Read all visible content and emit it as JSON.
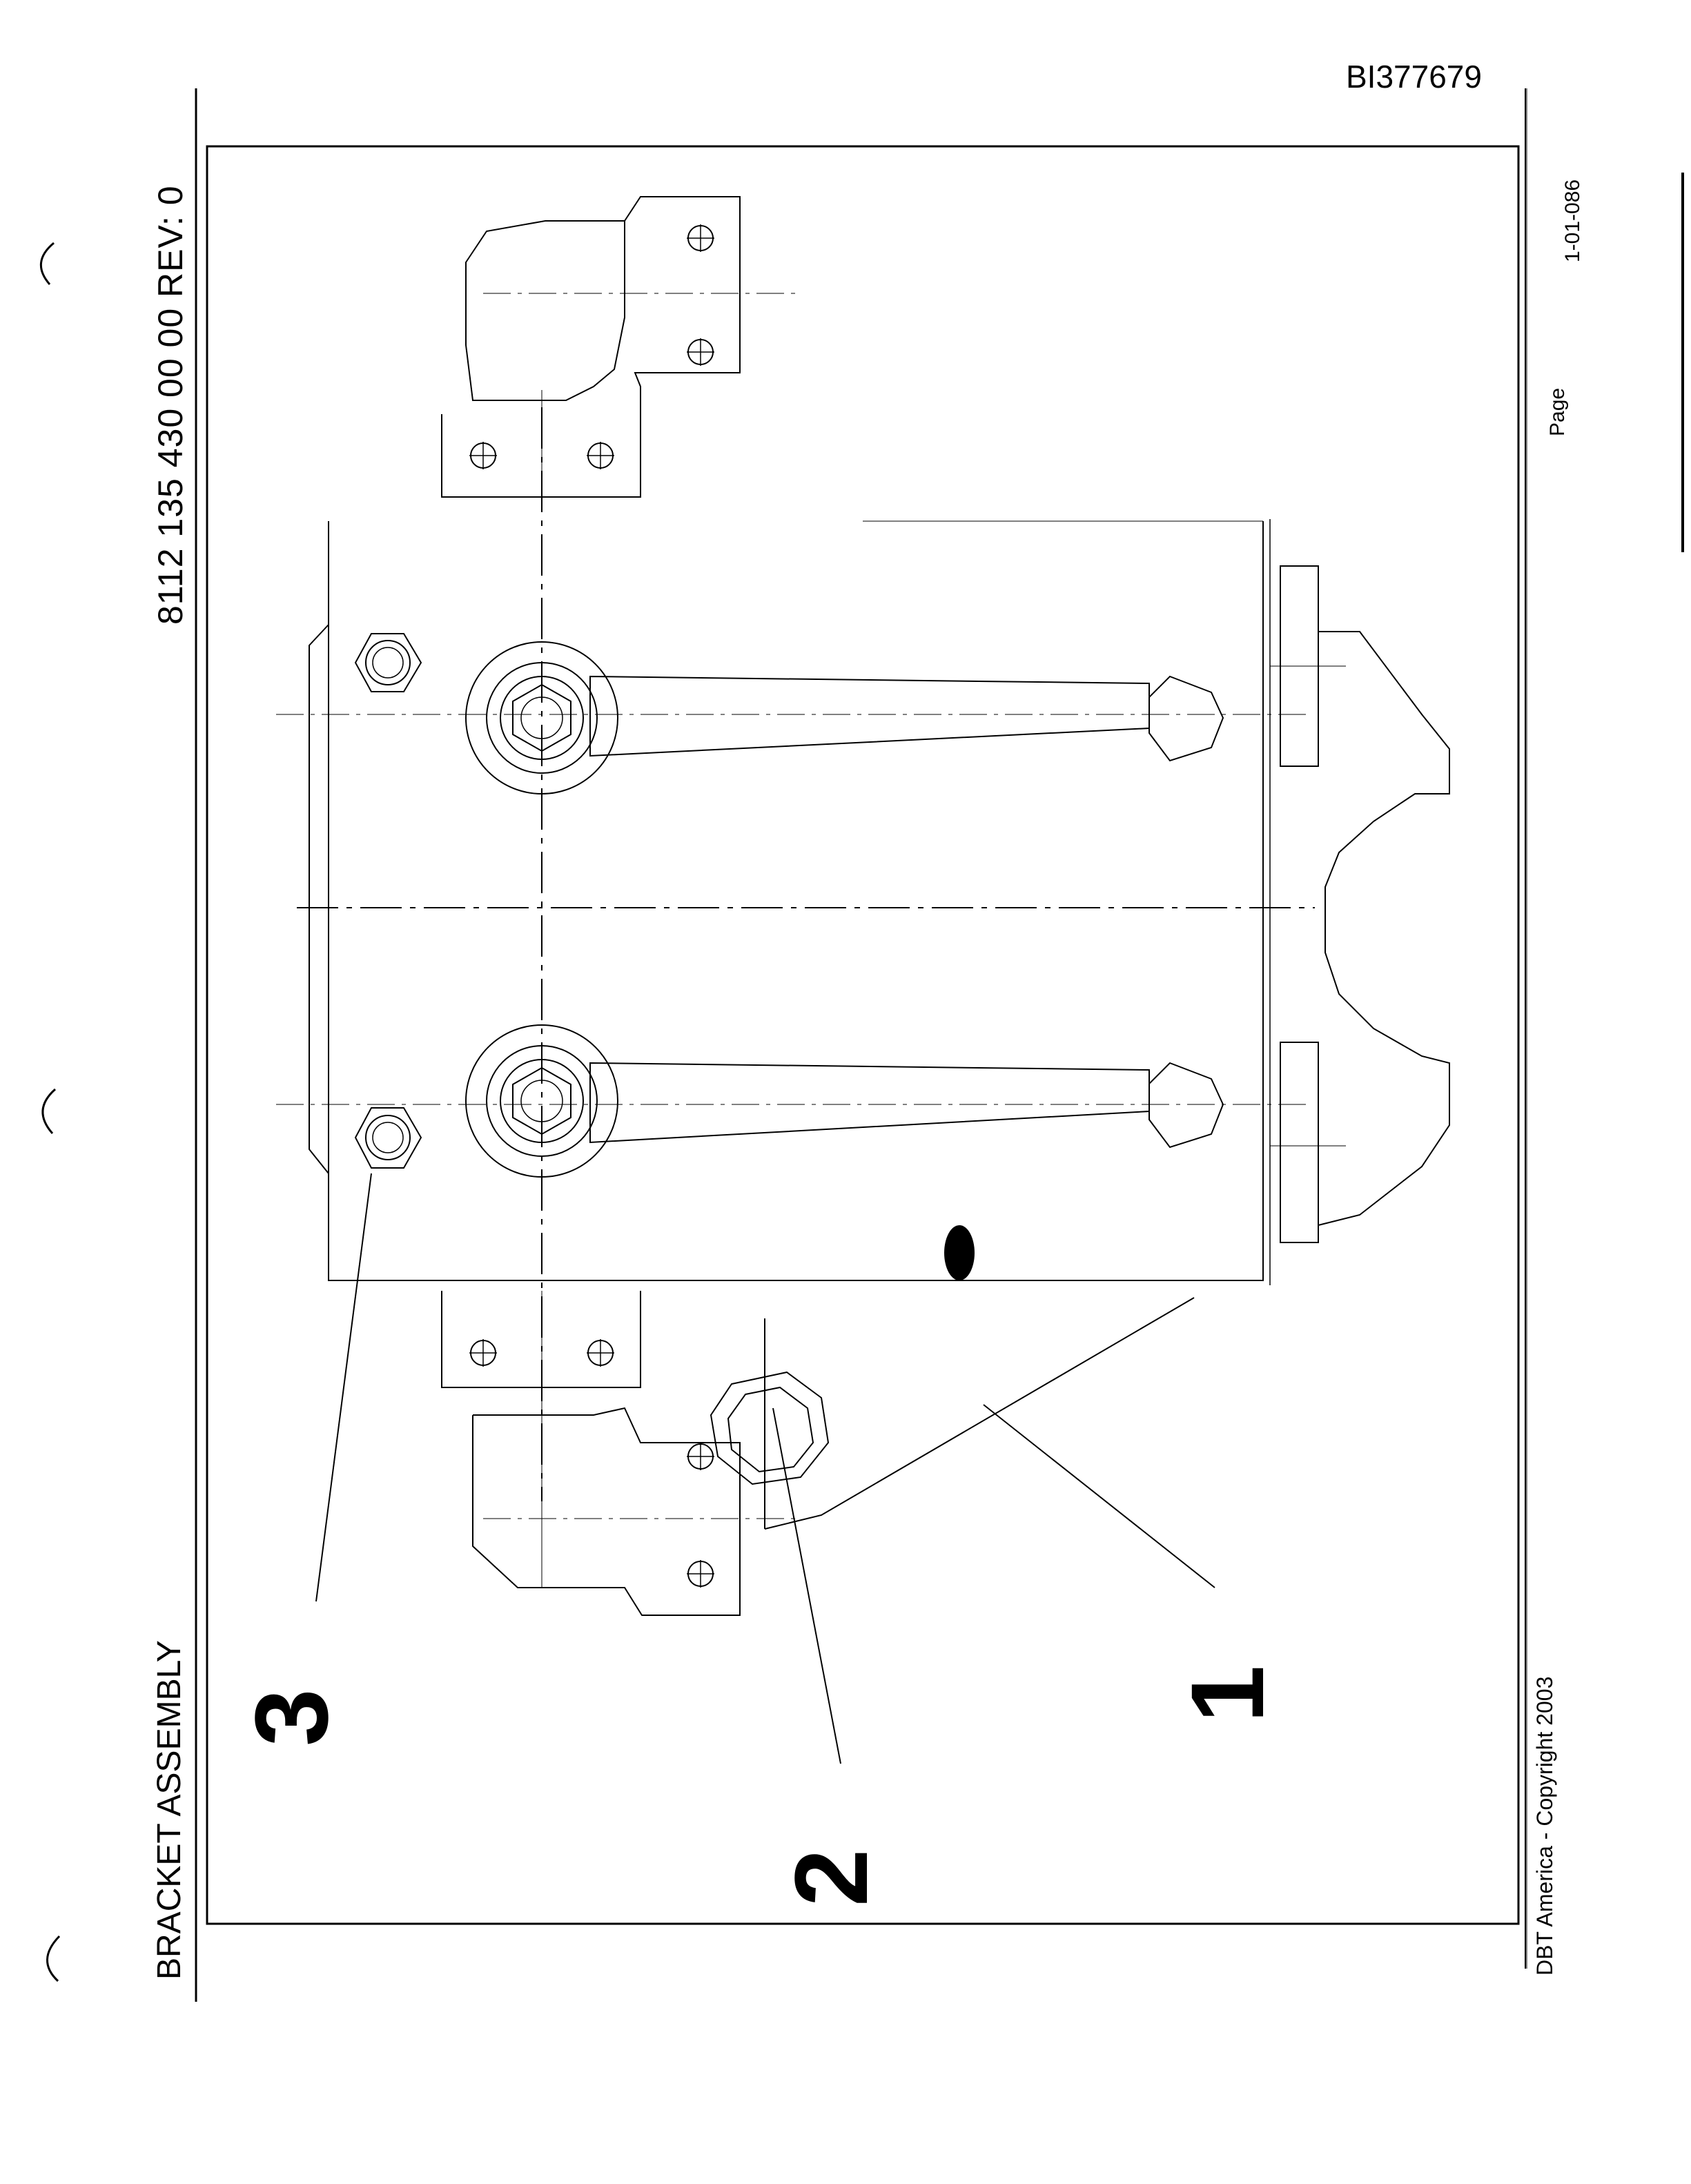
{
  "document": {
    "doc_id": "BI377679",
    "part_number_line": "8112 135 430 00 00  REV:  0",
    "title": "BRACKET ASSEMBLY",
    "copyright": "DBT America - Copyright 2003",
    "page_label": "Page",
    "page_number": "1-01-086"
  },
  "callouts": [
    "1",
    "2",
    "3"
  ],
  "icons": [
    "binder-hole-icon",
    "bolt-hole-icon"
  ]
}
